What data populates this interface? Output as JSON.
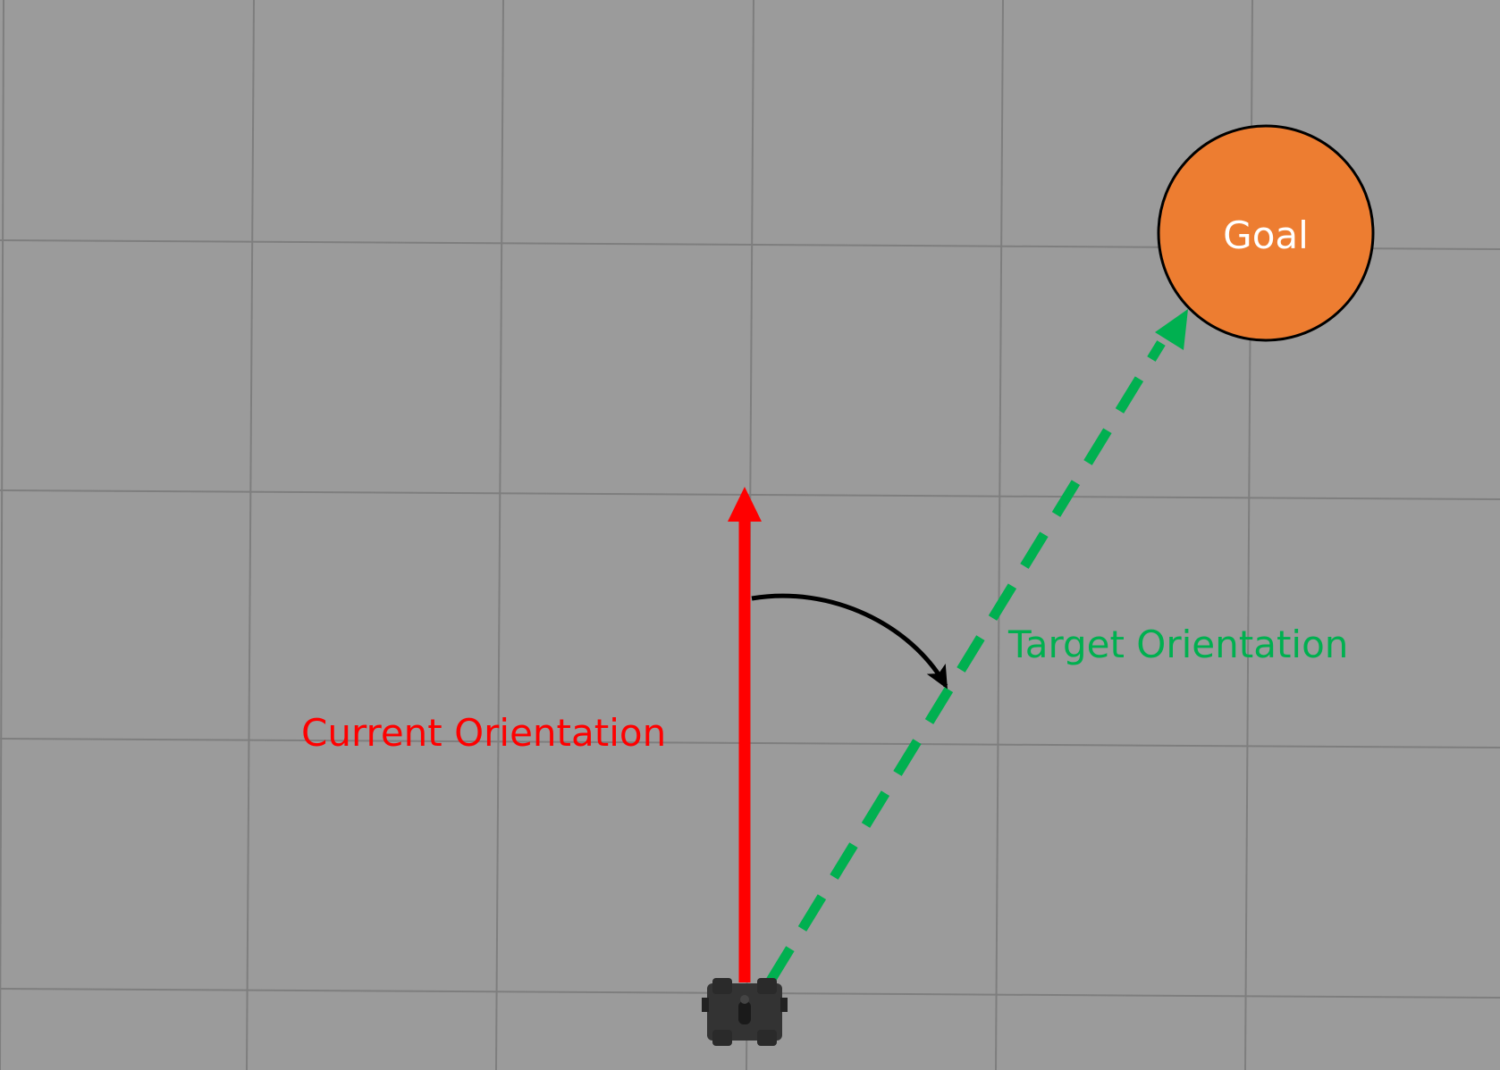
{
  "goal": {
    "label": "Goal"
  },
  "current_orientation": {
    "label": "Current Orientation"
  },
  "target_orientation": {
    "label": "Target Orientation"
  },
  "colors": {
    "background": "#9b9b9b",
    "grid": "#7e7e7e",
    "current": "#ff0000",
    "target": "#00b050",
    "goal_fill": "#ed7d31",
    "goal_stroke": "#000000",
    "goal_text": "#ffffff",
    "angle_arc": "#000000",
    "robot": "#333333"
  },
  "icons": {
    "robot": "robot-topview-icon"
  }
}
